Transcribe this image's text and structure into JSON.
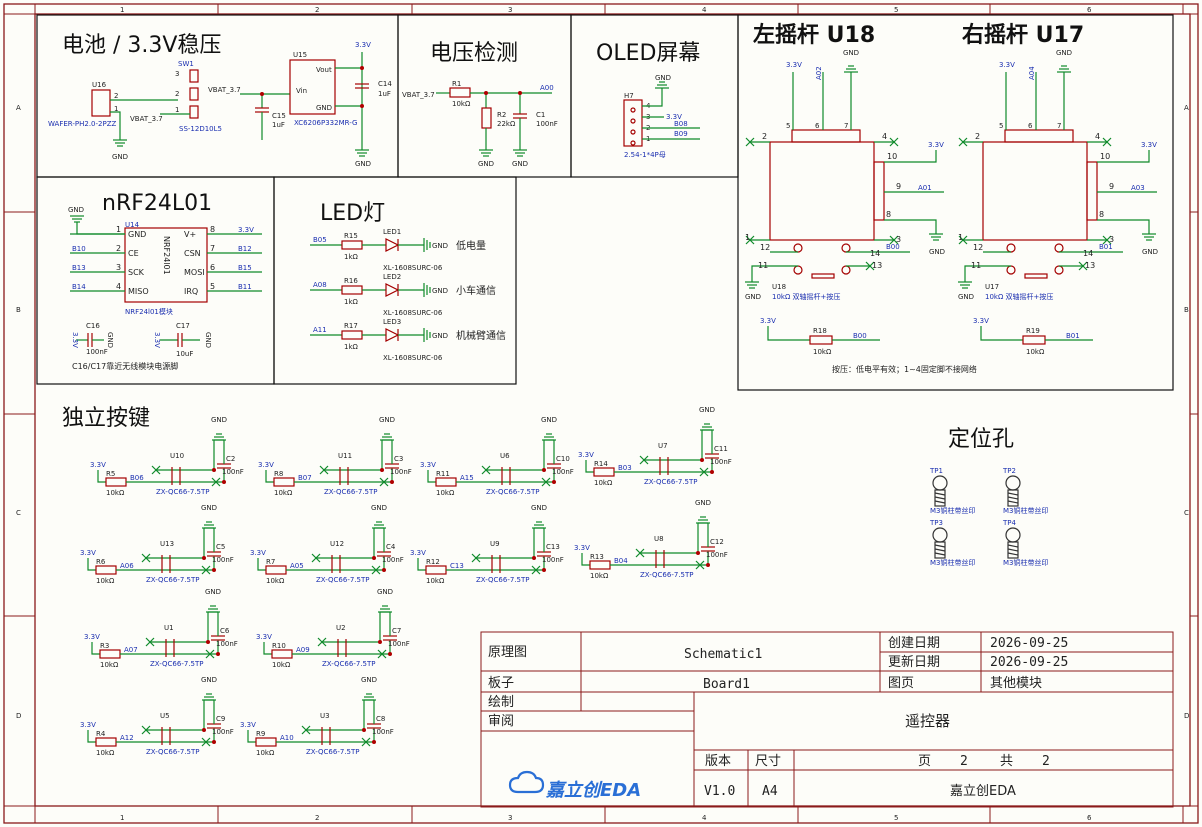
{
  "section_titles": {
    "battery": "电池 / 3.3V稳压",
    "voltage": "电压检测",
    "oled": "OLED屏幕",
    "left_stick": "左摇杆 U18",
    "right_stick": "右摇杆 U17",
    "nrf": "nRF24L01",
    "led": "LED灯",
    "keys": "独立按键",
    "holes": "定位孔"
  },
  "grid": {
    "cols": [
      "1",
      "2",
      "3",
      "4",
      "5",
      "6"
    ],
    "rows": [
      "A",
      "B",
      "C",
      "D"
    ]
  },
  "battery": {
    "u16": "U16",
    "u16_part": "WAFER-PH2.0-2PZZ",
    "sw1": "SW1",
    "sw1_part": "SS-12D10L5",
    "u15": "U15",
    "u15_part": "XC6206P332MR-G",
    "vout": "Vout",
    "vin": "Vin",
    "gnd_pin": "GND",
    "vbat": "VBAT_3.7",
    "v33": "3.3V",
    "gnd": "GND",
    "c14": "C14",
    "c14_val": "1uF",
    "c15": "C15",
    "c15_val": "1uF",
    "p1": "1",
    "p2": "2",
    "p3": "3"
  },
  "voltage": {
    "vbat": "VBAT_3.7",
    "r1": "R1",
    "r1_val": "10kΩ",
    "r2": "R2",
    "r2_val": "22kΩ",
    "c1": "C1",
    "c1_val": "100nF",
    "net": "A00",
    "gnd": "GND"
  },
  "oled": {
    "h7": "H7",
    "part": "2.54-1*4P母",
    "gnd": "GND",
    "v33": "3.3V",
    "b08": "B08",
    "b09": "B09",
    "pins": [
      "4",
      "3",
      "2",
      "1"
    ]
  },
  "sticks": {
    "left": {
      "ref": "U18",
      "part": "10kΩ 双轴摇杆+按压",
      "v33": "3.3V",
      "a02": "A02",
      "a01": "A01",
      "b00": "B00",
      "r": "R18",
      "r_val": "10kΩ",
      "b00b": "B00"
    },
    "right": {
      "ref": "U17",
      "part": "10kΩ 双轴摇杆+按压",
      "v33": "3.3V",
      "a04": "A04",
      "a03": "A03",
      "b01": "B01",
      "r": "R19",
      "r_val": "10kΩ",
      "b01b": "B01"
    },
    "gnd": "GND",
    "v33": "3.3V",
    "pins": [
      "5",
      "6",
      "7",
      "2",
      "4",
      "10",
      "9",
      "8",
      "1",
      "12",
      "3",
      "14",
      "11",
      "13"
    ],
    "note": "按压：低电平有效；1~4固定脚不接网络"
  },
  "nrf": {
    "ref": "U14",
    "name": "NRF24l01",
    "part": "NRF24l01模块",
    "left_pins": [
      {
        "num": "1",
        "name": "GND",
        "net": "GND"
      },
      {
        "num": "2",
        "name": "CE",
        "net": "B10"
      },
      {
        "num": "3",
        "name": "SCK",
        "net": "B13"
      },
      {
        "num": "4",
        "name": "MISO",
        "net": "B14"
      }
    ],
    "right_pins": [
      {
        "num": "8",
        "name": "V+",
        "net": "3.3V"
      },
      {
        "num": "7",
        "name": "CSN",
        "net": "B12"
      },
      {
        "num": "6",
        "name": "MOSI",
        "net": "B15"
      },
      {
        "num": "5",
        "name": "IRQ",
        "net": "B11"
      }
    ],
    "c16": "C16",
    "c16_val": "100nF",
    "c17": "C17",
    "c17_val": "10uF",
    "v33": "3.3V",
    "gnd": "GND",
    "note": "C16/C17靠近无线模块电源脚"
  },
  "leds": [
    {
      "net": "B05",
      "r": "R15",
      "r_val": "1kΩ",
      "led": "LED1",
      "part": "XL-1608SURC-06",
      "label": "低电量",
      "gnd": "GND"
    },
    {
      "net": "A08",
      "r": "R16",
      "r_val": "1kΩ",
      "led": "LED2",
      "part": "XL-1608SURC-06",
      "label": "小车通信",
      "gnd": "GND"
    },
    {
      "net": "A11",
      "r": "R17",
      "r_val": "1kΩ",
      "led": "LED3",
      "part": "XL-1608SURC-06",
      "label": "机械臂通信",
      "gnd": "GND"
    }
  ],
  "keys": {
    "part": "ZX-QC66-7.5TP",
    "v33": "3.3V",
    "gnd": "GND",
    "cap_val": "100nF",
    "r_val": "10kΩ",
    "items": [
      {
        "r": "R5",
        "u": "U10",
        "c": "C2",
        "net": "B06"
      },
      {
        "r": "R8",
        "u": "U11",
        "c": "C3",
        "net": "B07"
      },
      {
        "r": "R11",
        "u": "U6",
        "c": "C10",
        "net": "A15"
      },
      {
        "r": "R14",
        "u": "U7",
        "c": "C11",
        "net": "B03"
      },
      {
        "r": "R6",
        "u": "U13",
        "c": "C5",
        "net": "A06"
      },
      {
        "r": "R7",
        "u": "U12",
        "c": "C4",
        "net": "A05"
      },
      {
        "r": "R12",
        "u": "U9",
        "c": "C13",
        "net": "C13"
      },
      {
        "r": "R13",
        "u": "U8",
        "c": "C12",
        "net": "B04"
      },
      {
        "r": "R3",
        "u": "U1",
        "c": "C6",
        "net": "A07"
      },
      {
        "r": "R10",
        "u": "U2",
        "c": "C7",
        "net": "A09"
      },
      {
        "r": "R4",
        "u": "U5",
        "c": "C9",
        "net": "A12"
      },
      {
        "r": "R9",
        "u": "U3",
        "c": "C8",
        "net": "A10"
      }
    ]
  },
  "holes": {
    "items": [
      "TP1",
      "TP2",
      "TP3",
      "TP4"
    ],
    "part": "M3铜柱带丝印"
  },
  "title_block": {
    "schematic_label": "原理图",
    "schematic_name": "Schematic1",
    "board_label": "板子",
    "board_name": "Board1",
    "drawn": "绘制",
    "review": "审阅",
    "created_label": "创建日期",
    "created": "2026-09-25",
    "updated_label": "更新日期",
    "updated": "2026-09-25",
    "page_label": "图页",
    "page_name": "其他模块",
    "title": "遥控器",
    "version_label": "版本",
    "size_label": "尺寸",
    "version": "V1.0",
    "size": "A4",
    "page_text": "页",
    "page_no": "2",
    "total_text": "共",
    "total_no": "2",
    "company": "嘉立创EDA",
    "logo": "嘉立创EDA"
  },
  "colors": {
    "frame": "#8b1a1a",
    "wire": "#0f8a2a",
    "component": "#a40000",
    "label": "#1b2fb0"
  }
}
